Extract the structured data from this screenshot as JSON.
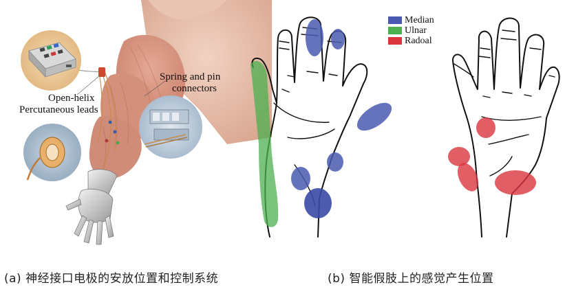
{
  "panel_a": {
    "label_open_helix": "Open-helix",
    "label_percutaneous": "Percutaneous leads",
    "label_spring": "Spring and pin",
    "label_connectors": "connectors",
    "caption": "(a) 神经接口电极的安放位置和控制系统"
  },
  "panel_b": {
    "legend": [
      {
        "label": "Median",
        "color": "#4a5ab0"
      },
      {
        "label": "Ulnar",
        "color": "#4caf50"
      },
      {
        "label": "Radoal",
        "color": "#d9363e"
      }
    ],
    "caption": "(b) 智能假肢上的感觉产生位置"
  }
}
